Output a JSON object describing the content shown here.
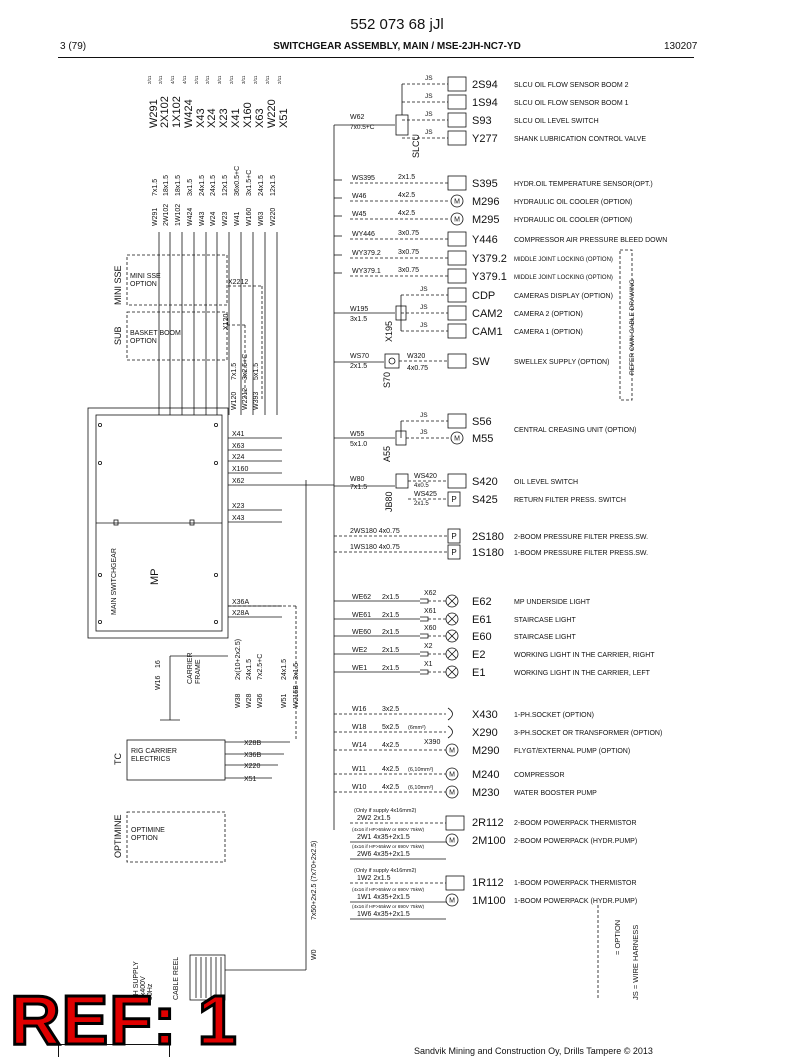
{
  "header": {
    "doc_title": "552 073 68 jJl",
    "page": "3 (79)",
    "sheet_title": "SWITCHGEAR ASSEMBLY, MAIN / MSE-2JH-NC7-YD",
    "date_code": "130207"
  },
  "stamp": "REF: 1",
  "footer": "Sandvik Mining and Construction Oy, Drills Tampere © 2013",
  "cable_labels_top": [
    {
      "name": "W291",
      "sup": "2/11"
    },
    {
      "name": "2X102",
      "sup": "2/11"
    },
    {
      "name": "1X102",
      "sup": "4/11"
    },
    {
      "name": "W424",
      "sup": "4/11"
    },
    {
      "name": "X43",
      "sup": "2/11"
    },
    {
      "name": "X24",
      "sup": "2/11"
    },
    {
      "name": "X23",
      "sup": "3/11"
    },
    {
      "name": "X41",
      "sup": "2/11"
    },
    {
      "name": "X160",
      "sup": "3/11"
    },
    {
      "name": "X63",
      "sup": "2/11"
    },
    {
      "name": "W220",
      "sup": "2/11"
    },
    {
      "name": "X51",
      "sup": "2/11"
    }
  ],
  "cable_specs_top": [
    {
      "size": "7x1.5",
      "wire": "W291"
    },
    {
      "size": "18x1.5",
      "wire": "2W102"
    },
    {
      "size": "18x1.5",
      "wire": "1W102"
    },
    {
      "size": "3x1.5",
      "wire": "W424"
    },
    {
      "size": "24x1.5",
      "wire": "W43"
    },
    {
      "size": "24x1.5",
      "wire": "W24"
    },
    {
      "size": "12x1.5",
      "wire": "W23"
    },
    {
      "size": "36x0.5+C",
      "wire": "W41"
    },
    {
      "size": "3x1.5+C",
      "wire": "W160"
    },
    {
      "size": "24x1.5",
      "wire": "W63"
    },
    {
      "size": "12x1.5",
      "wire": "W220"
    }
  ],
  "boxes": {
    "mini_sse_tag": "MINI SSE",
    "mini_sse_text": "MINI SSE\nOPTION",
    "sub_tag": "SUB",
    "basket_text": "BASKET BOOM\nOPTION",
    "main_switchgear": "MAIN SWITCHGEAR",
    "mp": "MP",
    "tc_tag": "TC",
    "rig_carrier_text": "RIG CARRIER\nELECTRICS",
    "optimine_tag": "OPTIMINE",
    "optimine_text": "OPTIMINE\nOPTION",
    "carrier_frame": "CARRIER\nFRAME"
  },
  "mp_terminals": [
    "X41",
    "X63",
    "X24",
    "X160",
    "X62",
    "X23",
    "X43",
    "X36A",
    "X28A"
  ],
  "slcu": {
    "junction": "SLCU",
    "cable": "W62",
    "cable_size": "7x0.5+C",
    "items": [
      {
        "tag": "2S94",
        "desc": "SLCU OIL FLOW SENSOR BOOM 2",
        "js": "JS"
      },
      {
        "tag": "1S94",
        "desc": "SLCU OIL FLOW SENSOR BOOM 1",
        "js": "JS"
      },
      {
        "tag": "S93",
        "desc": "SLCU OIL LEVEL SWITCH",
        "js": "JS"
      },
      {
        "tag": "Y277",
        "desc": "SHANK LUBRICATION CONTROL VALVE",
        "js": "JS"
      }
    ]
  },
  "sensors": [
    {
      "wire": "WS395",
      "size": "2x1.5",
      "tag": "S395",
      "desc": "HYDR.OIL TEMPERATURE SENSOR(OPT.)",
      "sym": "box"
    },
    {
      "wire": "W46",
      "size": "4x2.5",
      "tag": "M296",
      "desc": "HYDRAULIC OIL COOLER  (OPTION)",
      "sym": "M"
    },
    {
      "wire": "W45",
      "size": "4x2.5",
      "tag": "M295",
      "desc": "HYDRAULIC OIL COOLER  (OPTION)",
      "sym": "M"
    },
    {
      "wire": "WY446",
      "size": "3x0.75",
      "tag": "Y446",
      "desc": "COMPRESSOR AIR PRESSURE BLEED DOWN",
      "sym": "box"
    },
    {
      "wire": "WY379.2",
      "size": "3x0.75",
      "tag": "Y379.2",
      "desc": "MIDDLE JOINT LOCKING (OPTION)",
      "sym": "box"
    },
    {
      "wire": "WY379.1",
      "size": "3x0.75",
      "tag": "Y379.1",
      "desc": "MIDDLE JOINT LOCKING (OPTION)",
      "sym": "box"
    }
  ],
  "cameras": {
    "junction": "X195",
    "cable": "W195",
    "cable_size": "3x1.5",
    "items": [
      {
        "tag": "CDP",
        "desc": "CAMERAS DISPLAY (OPTION)",
        "js": "JS"
      },
      {
        "tag": "CAM2",
        "desc": "CAMERA 2 (OPTION)",
        "js": "JS"
      },
      {
        "tag": "CAM1",
        "desc": "CAMERA 1 (OPTION)",
        "js": "JS"
      }
    ]
  },
  "swellex": {
    "junction": "S70",
    "wire1": "WS70",
    "size1": "2x1.5",
    "wire2": "W320",
    "size2": "4x0.75",
    "tag": "SW",
    "desc": "SWELLEX SUPPLY (OPTION)"
  },
  "creasing": {
    "junction": "A55",
    "cable": "W55",
    "cable_size": "5x1.0",
    "tag1": "S56",
    "tag2": "M55",
    "desc": "CENTRAL CREASING UNIT (OPTION)",
    "js": "JS"
  },
  "oil": {
    "junction": "JB80",
    "cable": "W80",
    "cable_size": "7x1.5",
    "items": [
      {
        "wire": "WS420",
        "size": "4x0.5",
        "tag": "S420",
        "desc": "OIL LEVEL SWITCH",
        "sym": "box"
      },
      {
        "wire": "WS425",
        "size": "2x1.5",
        "tag": "S425",
        "desc": "RETURN FILTER PRESS. SWITCH",
        "sym": "P"
      }
    ]
  },
  "boom_press": [
    {
      "wire": "2WS180",
      "size": "4x0.75",
      "tag": "2S180",
      "desc": "2-BOOM PRESSURE FILTER PRESS.SW."
    },
    {
      "wire": "1WS180",
      "size": "4x0.75",
      "tag": "1S180",
      "desc": "1-BOOM PRESSURE FILTER PRESS.SW."
    }
  ],
  "lights": [
    {
      "wire": "WE62",
      "size": "2x1.5",
      "conn": "X62",
      "tag": "E62",
      "desc": "MP UNDERSIDE LIGHT"
    },
    {
      "wire": "WE61",
      "size": "2x1.5",
      "conn": "X61",
      "tag": "E61",
      "desc": "STAIRCASE LIGHT"
    },
    {
      "wire": "WE60",
      "size": "2x1.5",
      "conn": "X60",
      "tag": "E60",
      "desc": "STAIRCASE LIGHT"
    },
    {
      "wire": "WE2",
      "size": "2x1.5",
      "conn": "X2",
      "tag": "E2",
      "desc": "WORKING LIGHT IN THE CARRIER, RIGHT"
    },
    {
      "wire": "WE1",
      "size": "2x1.5",
      "conn": "X1",
      "tag": "E1",
      "desc": "WORKING LIGHT IN THE CARRIER, LEFT"
    }
  ],
  "power": [
    {
      "wire": "W16",
      "size": "3x2.5",
      "note": "",
      "tag": "X430",
      "desc": "1-PH.SOCKET (OPTION)",
      "sym": "socket"
    },
    {
      "wire": "W18",
      "size": "5x2.5",
      "note": "(6mm²)",
      "tag": "X290",
      "desc": "3-PH.SOCKET OR TRANSFORMER (OPTION)",
      "sym": "socket"
    },
    {
      "wire": "W14",
      "size": "4x2.5",
      "note": "",
      "conn": "X390",
      "tag": "M290",
      "desc": "FLYGT/EXTERNAL PUMP (OPTION)",
      "sym": "M"
    },
    {
      "wire": "W11",
      "size": "4x2.5",
      "note": "(6,10mm²)",
      "tag": "M240",
      "desc": "COMPRESSOR",
      "sym": "M"
    },
    {
      "wire": "W10",
      "size": "4x2.5",
      "note": "(6,10mm²)",
      "tag": "M230",
      "desc": "WATER BOOSTER PUMP",
      "sym": "M"
    }
  ],
  "powerpacks": [
    {
      "note": "(Only if supply 4x16mm2)",
      "thermo_wire": "2W2",
      "thermo_size": "2x1.5",
      "hp_note": "(4x16 if HP>55kW or 690V 75kW)",
      "w1": "2W1",
      "w1_size": "4x35+2x1.5",
      "w6_note": "(4x16 if HP>55kW or 690V 75kW)",
      "w6": "2W6",
      "w6_size": "4x35+2x1.5",
      "thermo_tag": "2R112",
      "thermo_desc": "2-BOOM POWERPACK THERMISTOR",
      "motor_tag": "2M100",
      "motor_desc": "2-BOOM POWERPACK (HYDR.PUMP)"
    },
    {
      "note": "(Only if supply 4x16mm2)",
      "thermo_wire": "1W2",
      "thermo_size": "2x1.5",
      "hp_note": "(4x16 if HP>55kW or 690V 75kW)",
      "w1": "1W1",
      "w1_size": "4x35+2x1.5",
      "w6_note": "(4x16 if HP>55kW or 690V 75kW)",
      "w6": "1W6",
      "w6_size": "4x35+2x1.5",
      "thermo_tag": "1R112",
      "thermo_desc": "1-BOOM POWERPACK THERMISTOR",
      "motor_tag": "1M100",
      "motor_desc": "1-BOOM POWERPACK (HYDR.PUMP)"
    }
  ],
  "tc_terminals": [
    "X28B",
    "X36B",
    "X220",
    "X51"
  ],
  "misc": {
    "x2212": "X2212",
    "x120": "X120",
    "wires_vertical_mid": [
      {
        "name": "W120",
        "size": "7x1.5"
      },
      {
        "name": "W2212",
        "size": "3x2.5+C"
      },
      {
        "name": "W393",
        "size": "5x1.5"
      }
    ],
    "wires_vertical_low": [
      {
        "name": "W38",
        "size": "2x(10+2x2.5)"
      },
      {
        "name": "W28",
        "size": "24x1.5"
      },
      {
        "name": "W36",
        "size": "7x2.5+C"
      },
      {
        "name": "W51",
        "size": "24x1.5"
      },
      {
        "name": "W215B",
        "size": "3x1.5"
      }
    ],
    "wire16_name": "W16",
    "wire16_size": "16",
    "w0": "W0",
    "w0_size": "7x50+2x2.5 (7x70+2x2.5)",
    "supply": "PH SUPPLY\n3x400V\n50Hz",
    "cable_reel": "CABLE REEL",
    "refer": "REFER OWN CABLE DRAWING",
    "legend_option": "= OPTION",
    "legend_js": "JS = WIRE HARNESS"
  }
}
